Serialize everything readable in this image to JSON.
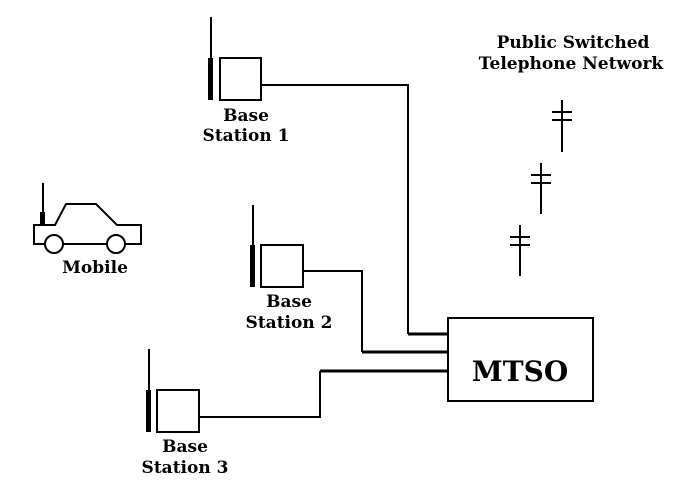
{
  "diagram": {
    "base_stations": [
      {
        "line1": "Base",
        "line2": "Station 1"
      },
      {
        "line1": "Base",
        "line2": "Station 2"
      },
      {
        "line1": "Base",
        "line2": "Station 3"
      }
    ],
    "mobile_label": "Mobile",
    "mtso_label": "MTSO",
    "pstn": {
      "line1": "Public Switched",
      "line2": "Telephone Network"
    }
  }
}
